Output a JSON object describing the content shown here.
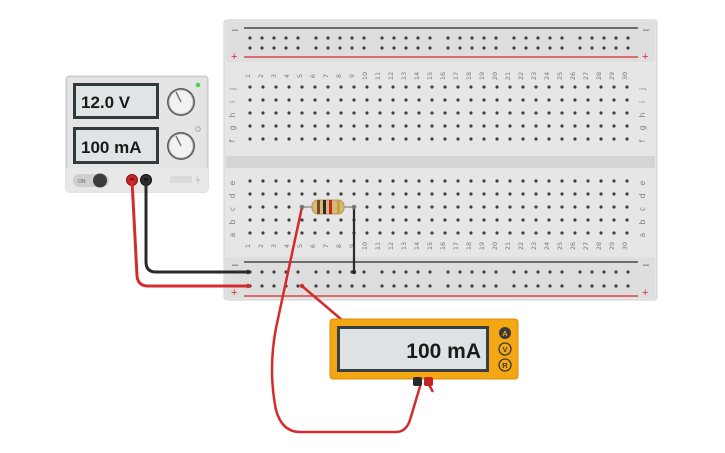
{
  "power_supply": {
    "voltage_display": "12.0 V",
    "current_display": "100 mA",
    "on_label": "ON"
  },
  "breadboard": {
    "column_numbers": [
      "1",
      "2",
      "3",
      "4",
      "5",
      "6",
      "7",
      "8",
      "9",
      "10",
      "11",
      "12",
      "13",
      "14",
      "15",
      "16",
      "17",
      "18",
      "19",
      "20",
      "21",
      "22",
      "23",
      "24",
      "25",
      "26",
      "27",
      "28",
      "29",
      "30"
    ],
    "top_row_letters": [
      "j",
      "i",
      "h",
      "g",
      "f"
    ],
    "bottom_row_letters": [
      "e",
      "d",
      "c",
      "b",
      "a"
    ],
    "rail_minus": "–",
    "rail_plus": "+"
  },
  "multimeter": {
    "display": "100 mA",
    "modes": [
      "A",
      "V",
      "R"
    ],
    "accent_color": "#f3a712"
  },
  "wires": {
    "red": "#d42c2c",
    "black": "#2a2a2a"
  }
}
